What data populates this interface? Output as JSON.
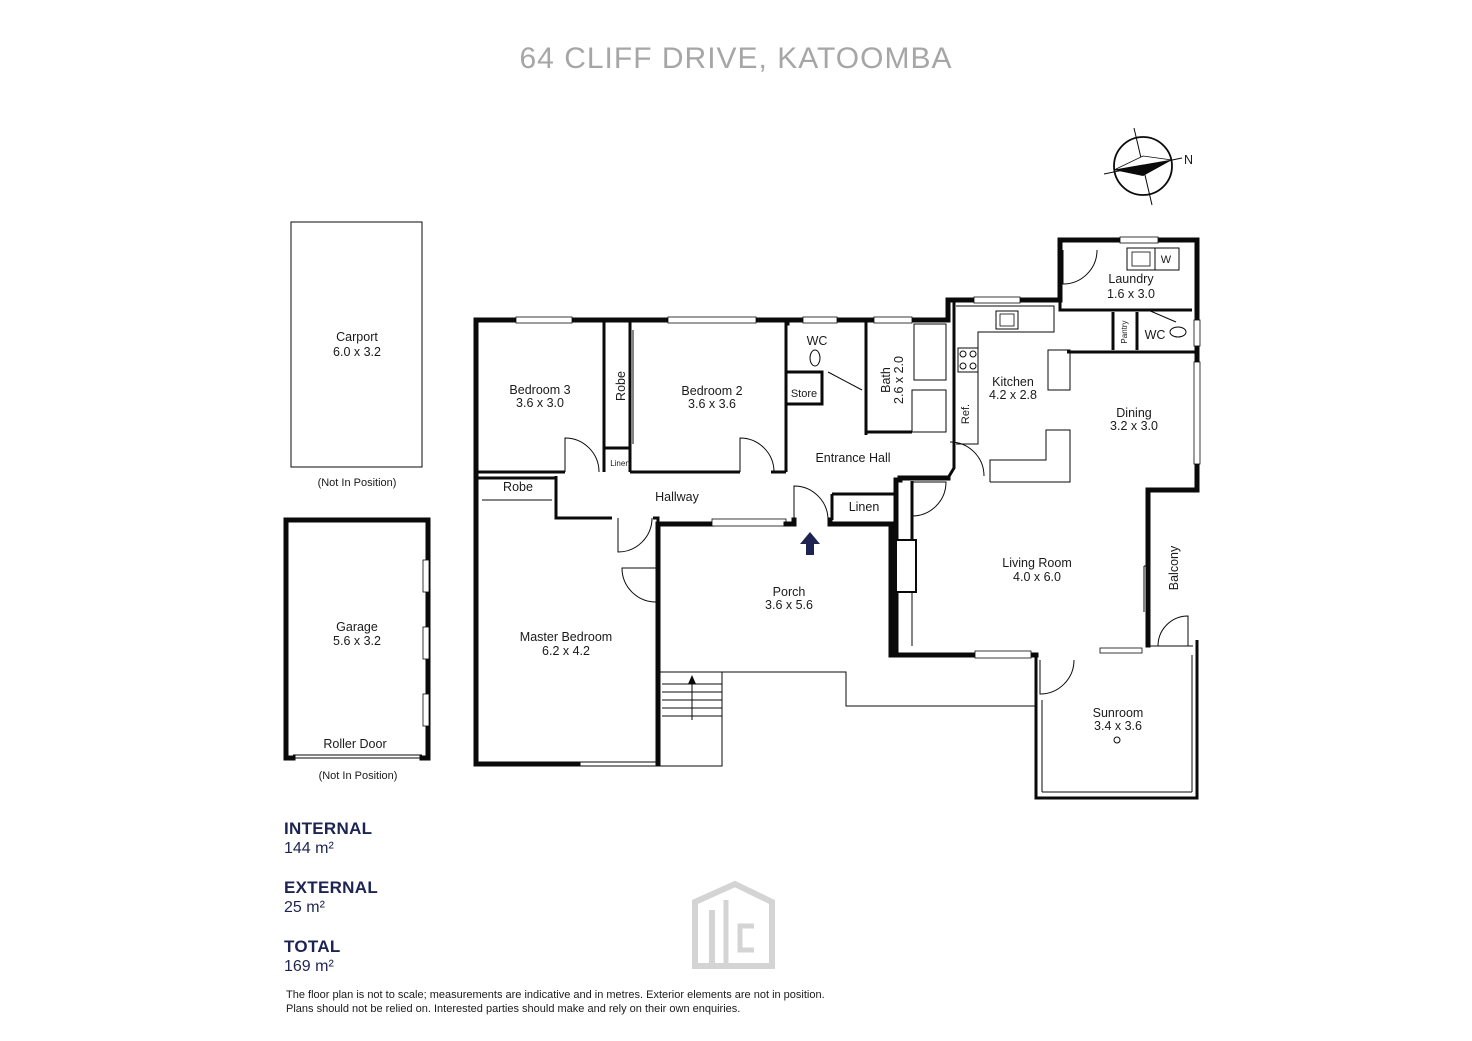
{
  "title": "64 CLIFF DRIVE, KATOOMBA",
  "compass": {
    "label": "N",
    "icon": "compass-icon"
  },
  "rooms": {
    "carport": {
      "name": "Carport",
      "size": "6.0 x 3.2",
      "note": "(Not In Position)"
    },
    "garage": {
      "name": "Garage",
      "size": "5.6 x 3.2",
      "door": "Roller Door",
      "note": "(Not In Position)"
    },
    "bedroom3": {
      "name": "Bedroom 3",
      "size": "3.6 x 3.0"
    },
    "robe_vertical": "Robe",
    "bedroom2": {
      "name": "Bedroom 2",
      "size": "3.6 x 3.6"
    },
    "linen_small": "Linen",
    "wc_main": "WC",
    "store": "Store",
    "bath": {
      "name": "Bath",
      "size": "2.6 x 2.0"
    },
    "kitchen": {
      "name": "Kitchen",
      "size": "4.2 x 2.8"
    },
    "ref": "Ref.",
    "laundry": {
      "name": "Laundry",
      "size": "1.6 x 3.0",
      "washer": "W"
    },
    "pantry": "Pantry",
    "wc_laundry": "WC",
    "dining": {
      "name": "Dining",
      "size": "3.2 x 3.0"
    },
    "entrance_hall": "Entrance Hall",
    "hallway": "Hallway",
    "robe_master": "Robe",
    "linen_hall": "Linen",
    "master_bedroom": {
      "name": "Master Bedroom",
      "size": "6.2 x 4.2"
    },
    "porch": {
      "name": "Porch",
      "size": "3.6 x 5.6"
    },
    "living_room": {
      "name": "Living Room",
      "size": "4.0 x 6.0"
    },
    "balcony": "Balcony",
    "sunroom": {
      "name": "Sunroom",
      "size": "3.4 x 3.6"
    }
  },
  "areas": {
    "internal": {
      "label": "INTERNAL",
      "value": "144 m²"
    },
    "external": {
      "label": "EXTERNAL",
      "value": "25 m²"
    },
    "total": {
      "label": "TOTAL",
      "value": "169 m²"
    }
  },
  "disclaimer": {
    "line1": "The floor plan is not to scale; measurements are indicative and in metres. Exterior elements are not in position.",
    "line2": "Plans should not be relied on. Interested parties should make and rely on their own enquiries."
  },
  "colors": {
    "title": "#a6a6a6",
    "accent": "#1d2452",
    "wall": "#0a0a0a",
    "logo": "#d4d4d4"
  },
  "logo": {
    "icon": "agency-logo-icon"
  }
}
